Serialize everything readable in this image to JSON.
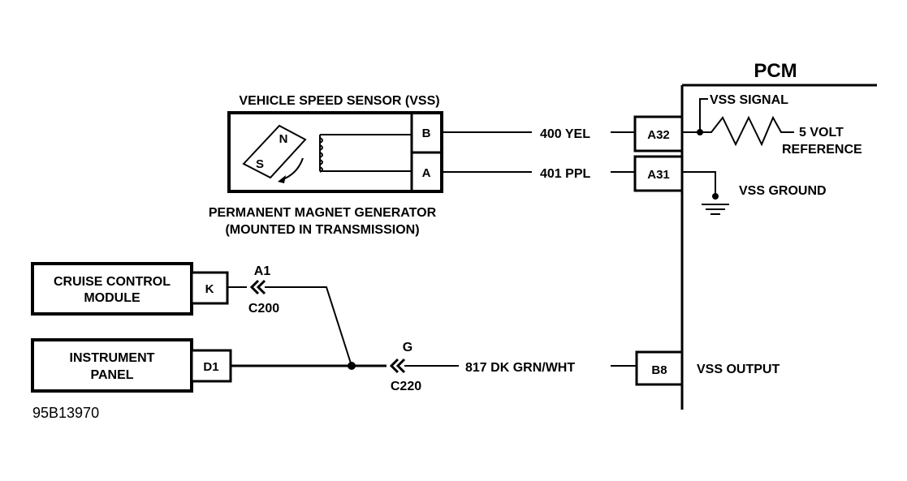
{
  "pcm": {
    "title": "PCM",
    "vss_signal": "VSS SIGNAL",
    "five_volt_line1": "5 VOLT",
    "five_volt_line2": "REFERENCE",
    "vss_ground": "VSS GROUND",
    "vss_output": "VSS OUTPUT"
  },
  "vss": {
    "title": "VEHICLE SPEED SENSOR (VSS)",
    "pin_b": "B",
    "pin_a": "A",
    "magnet_n": "N",
    "magnet_s": "S",
    "caption_line1": "PERMANENT MAGNET GENERATOR",
    "caption_line2": "(MOUNTED IN TRANSMISSION)"
  },
  "pins": {
    "a32": "A32",
    "a31": "A31",
    "b8": "B8"
  },
  "wires": {
    "w400": "400 YEL",
    "w401": "401 PPL",
    "w817": "817 DK GRN/WHT"
  },
  "cruise": {
    "line1": "CRUISE CONTROL",
    "line2": "MODULE",
    "pin": "K",
    "conn_pin": "A1",
    "conn_id": "C200"
  },
  "instrument": {
    "line1": "INSTRUMENT",
    "line2": "PANEL",
    "pin": "D1",
    "conn_pin": "G",
    "conn_id": "C220"
  },
  "figure_code": "95B13970"
}
